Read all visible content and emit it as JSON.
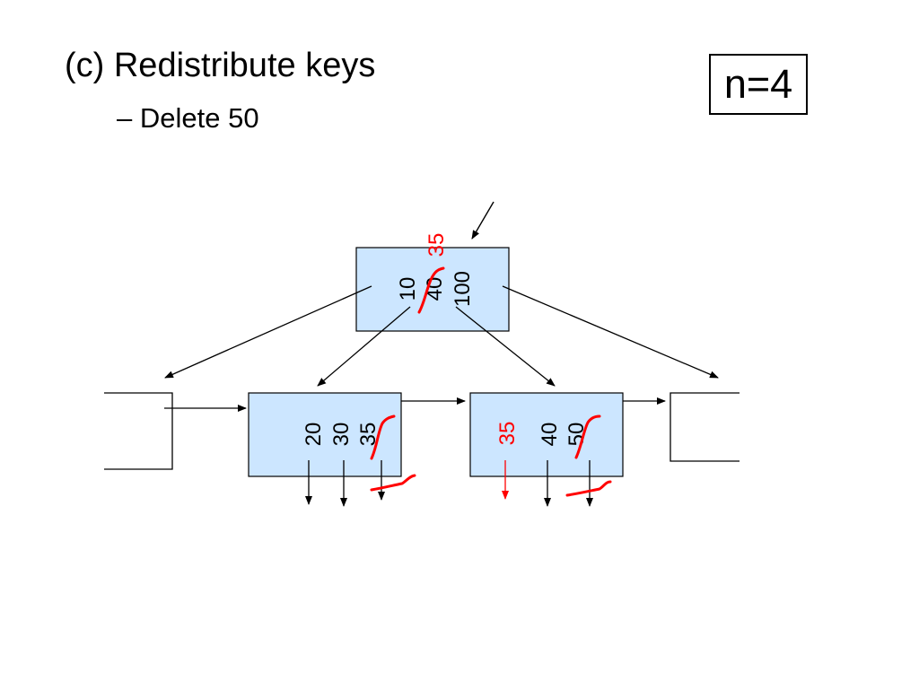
{
  "heading": {
    "title": "(c) Redistribute keys",
    "subtitle": "– Delete 50",
    "badge": "n=4"
  },
  "colors": {
    "node_fill": "#cce6ff",
    "edit_red": "#ff0000",
    "ink": "#000000"
  },
  "tree": {
    "root": {
      "keys": [
        "10",
        "40",
        "100"
      ],
      "struck_key": "40",
      "replacement_key": "35"
    },
    "left_leaf": {
      "keys": [
        "20",
        "30",
        "35"
      ],
      "struck_key": "35"
    },
    "right_leaf": {
      "keys": [
        "40",
        "50"
      ],
      "struck_key": "50",
      "inserted_key": "35"
    }
  }
}
